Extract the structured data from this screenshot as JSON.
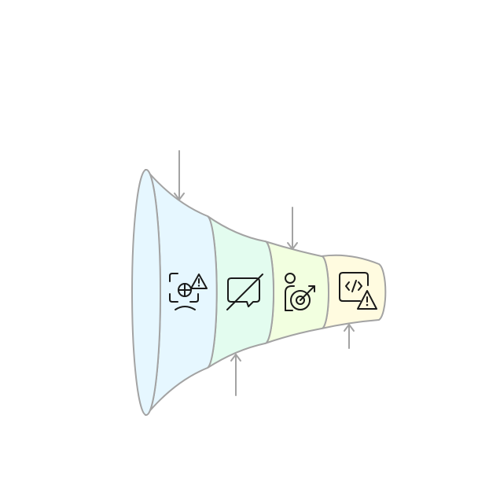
{
  "diagram": {
    "type": "funnel",
    "stages": [
      {
        "icon": "face-scan-warning-icon",
        "fill": "#e6f7ff"
      },
      {
        "icon": "message-off-icon",
        "fill": "#e3fcef"
      },
      {
        "icon": "person-target-icon",
        "fill": "#f2ffe0"
      },
      {
        "icon": "code-warning-icon",
        "fill": "#fffbe0"
      }
    ],
    "arrows": [
      {
        "side": "top",
        "direction": "down"
      },
      {
        "side": "bottom",
        "direction": "up"
      },
      {
        "side": "top",
        "direction": "down"
      },
      {
        "side": "bottom",
        "direction": "up"
      }
    ],
    "stroke_color": "#a3a3a3",
    "icon_color": "#1a1a1a"
  }
}
